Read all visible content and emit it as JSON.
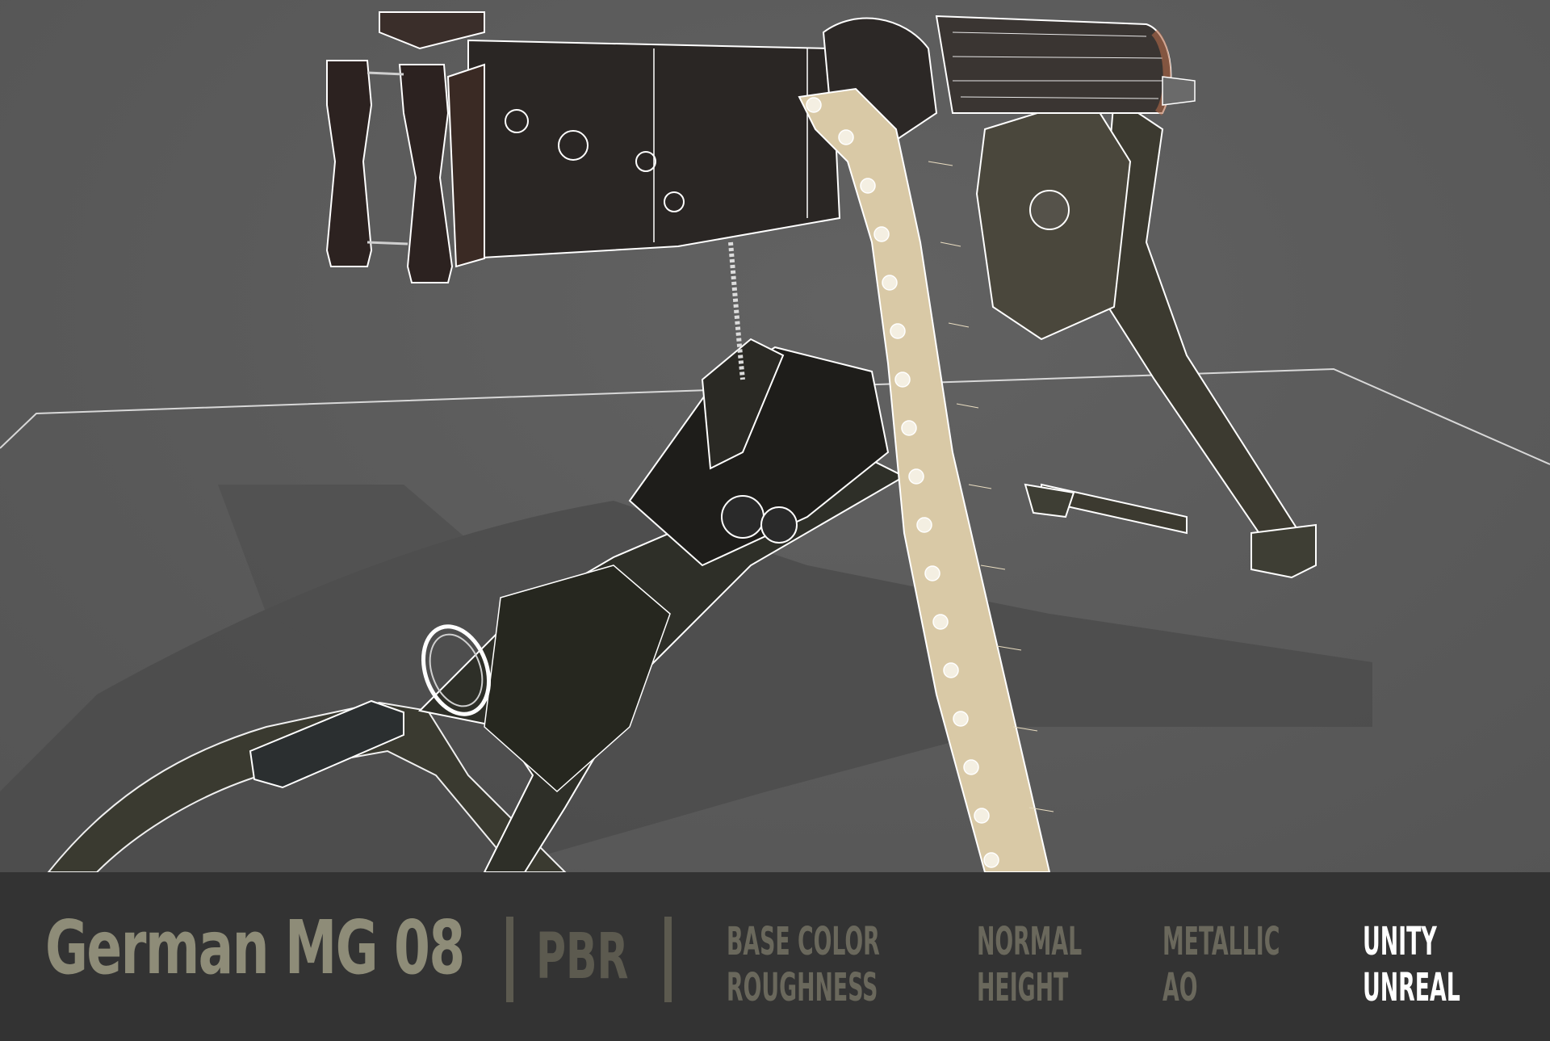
{
  "product": {
    "title": "German MG 08",
    "tag": "PBR",
    "texture_maps": [
      [
        "BASE COLOR",
        "ROUGHNESS"
      ],
      [
        "NORMAL",
        "HEIGHT"
      ],
      [
        "METALLIC",
        "AO"
      ]
    ],
    "engines": [
      "UNITY",
      "UNREAL"
    ]
  },
  "render": {
    "subject": "WWI German MG 08 machine gun on sled mount, wireframe-over-shaded 3D model render",
    "colors": {
      "viewport_bg": "#5a5a5a",
      "footer_bg": "#333333",
      "title_text": "#8e8c78",
      "pbr_text": "#5c5a4f",
      "map_text": "#6a685c",
      "engine_text": "#ffffff",
      "wireframe": "#ffffff",
      "metal_dark": "#2a2622",
      "sled_olive": "#3a3a30",
      "ammo_brass": "#d9c9a6"
    }
  }
}
